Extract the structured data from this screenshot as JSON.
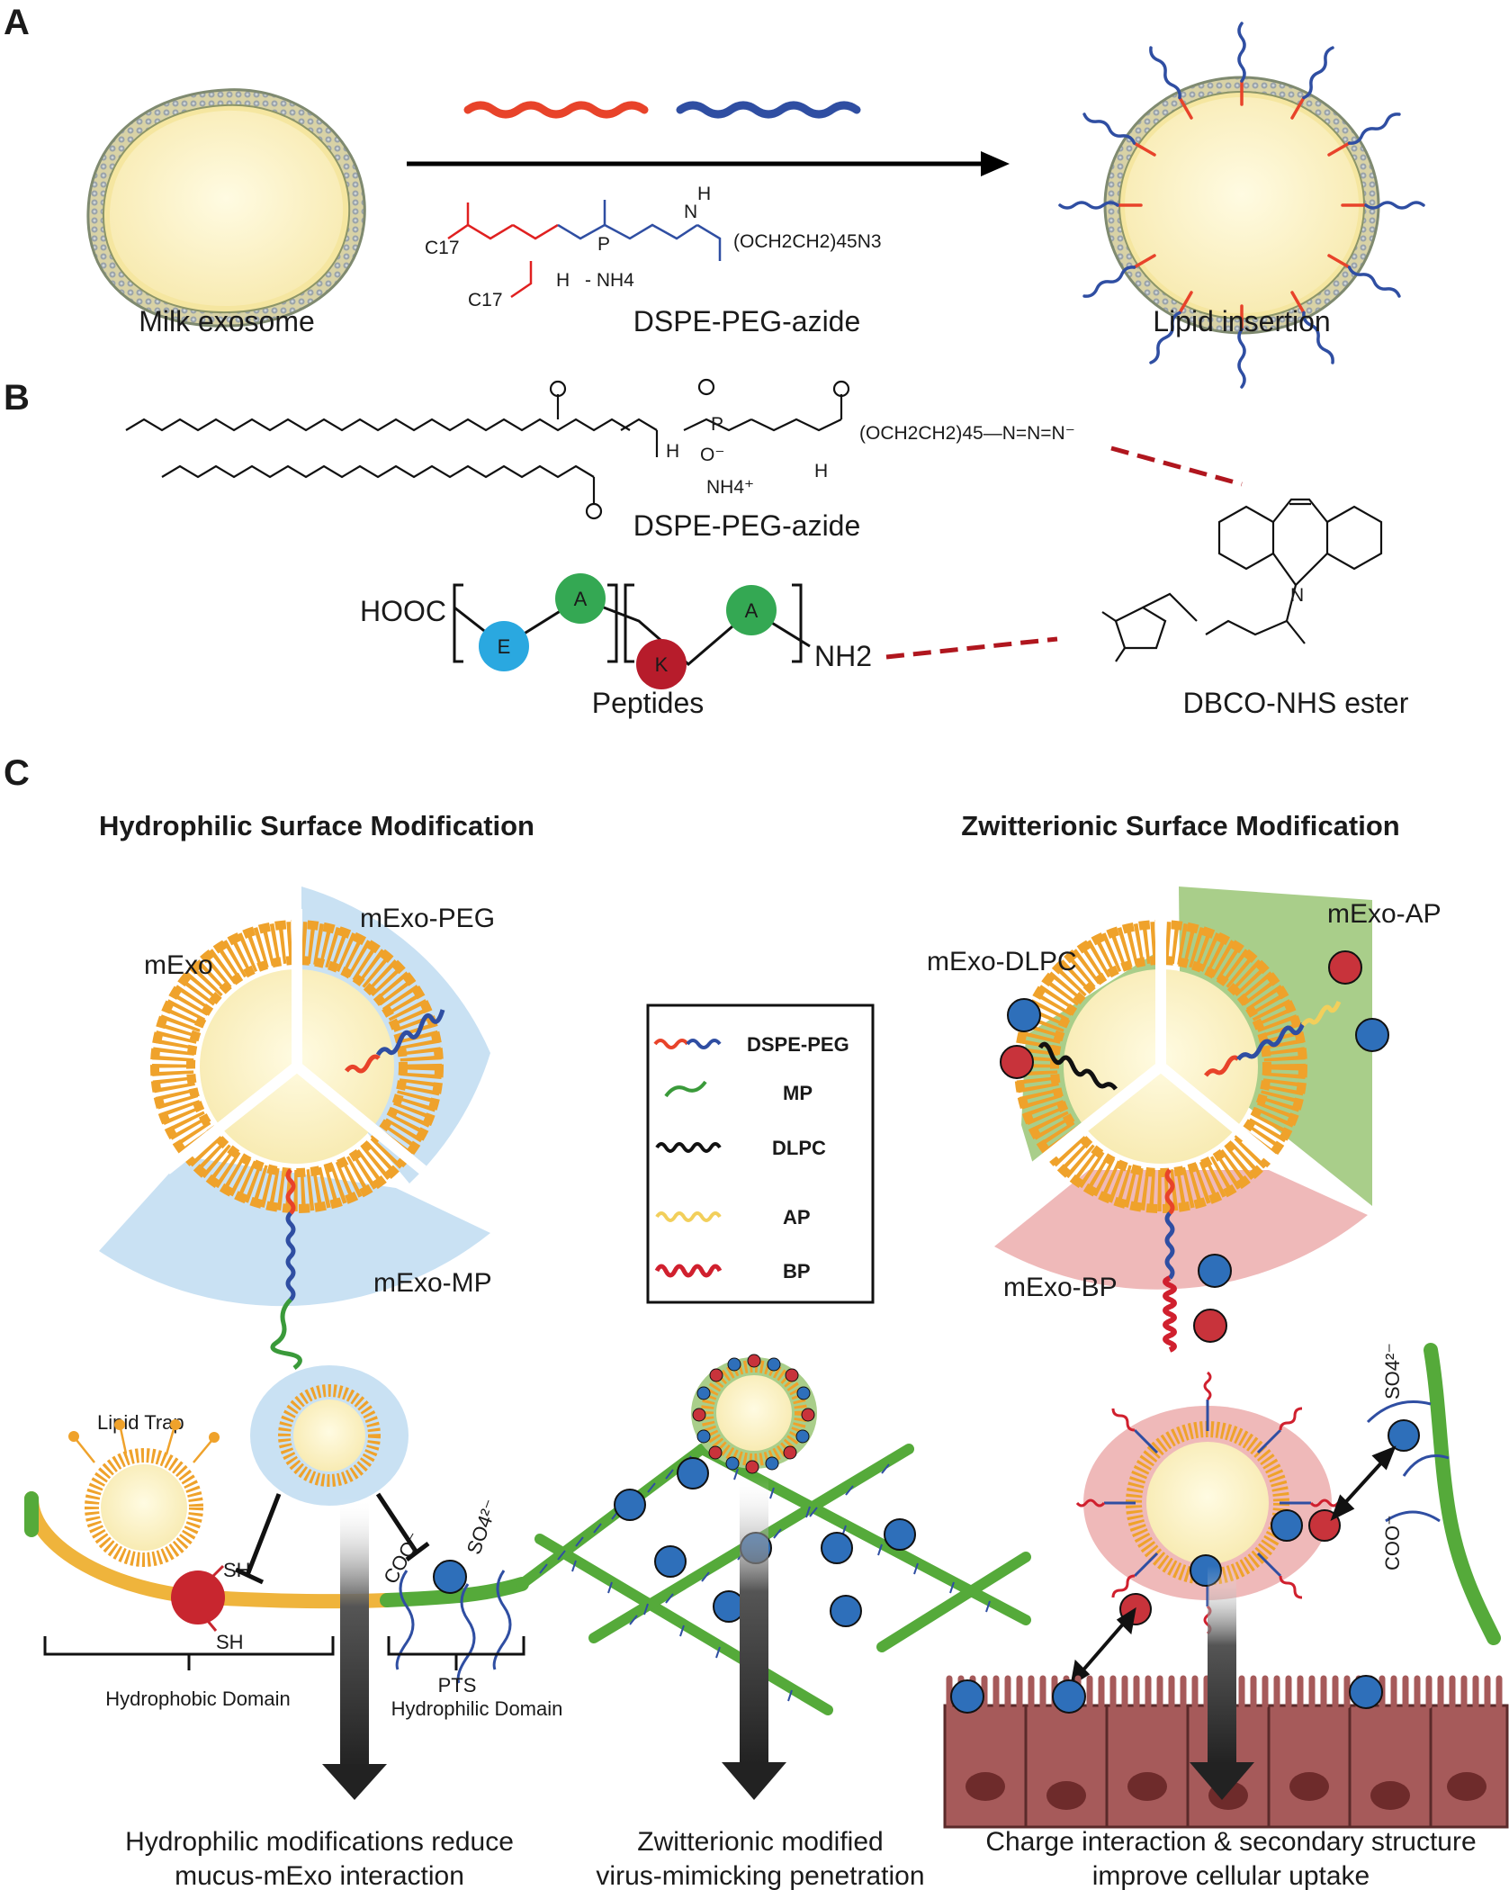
{
  "panels": {
    "a": {
      "letter": "A",
      "labels": {
        "milk_exosome": "Milk exosome",
        "dspe_peg_azide": "DSPE-PEG-azide",
        "lipid_insertion": "Lipid insertion"
      },
      "chem": {
        "c17_top": "C17",
        "c17_bottom": "C17",
        "h": "H",
        "p": "P",
        "nh4": "- NH4",
        "n": "N",
        "h2": "H",
        "peg": "(OCH2CH2)45N3"
      }
    },
    "b": {
      "letter": "B",
      "labels": {
        "dspe_peg_azide": "DSPE-PEG-azide",
        "peptides": "Peptides",
        "dbco_nhs": "DBCO-NHS ester"
      },
      "chem": {
        "peg": "(OCH2CH2)45—N=N=N⁻",
        "h": "H",
        "p": "P",
        "o_minus": "O⁻",
        "nh4": "NH4⁺",
        "nh": "H",
        "hooc": "HOOC",
        "nh2": "NH2",
        "res_e": "E",
        "res_a1": "A",
        "res_k": "K",
        "res_a2": "A",
        "n": "N"
      }
    },
    "c": {
      "letter": "C",
      "headings": {
        "hydrophilic": "Hydrophilic Surface Modification",
        "zwitterionic": "Zwitterionic Surface Modification"
      },
      "variants": {
        "mexo": "mExo",
        "mexo_peg": "mExo-PEG",
        "mexo_mp": "mExo-MP",
        "mexo_dlpc": "mExo-DLPC",
        "mexo_ap": "mExo-AP",
        "mexo_bp": "mExo-BP"
      },
      "legend": [
        {
          "label": "DSPE-PEG"
        },
        {
          "label": "MP"
        },
        {
          "label": "DLPC"
        },
        {
          "label": "AP"
        },
        {
          "label": "BP"
        }
      ],
      "annotations": {
        "lipid_trap": "Lipid Trap",
        "sh1": "SH",
        "sh2": "SH",
        "coo": "COO⁻",
        "so4": "SO4²⁻",
        "hydrophobic": "Hydrophobic Domain",
        "pts": "PTS",
        "hydrophilic_domain": "Hydrophilic Domain",
        "so4_right": "SO4²⁻",
        "coo_right": "COO⁻"
      },
      "charges": {
        "plus": "+",
        "minus": "−"
      },
      "captions": {
        "left_1": "Hydrophilic modifications reduce",
        "left_2": "mucus-mExo interaction",
        "mid_1": "Zwitterionic modified",
        "mid_2": "virus-mimicking penetration",
        "right_1": "Charge interaction & secondary structure",
        "right_2": "improve cellular uptake"
      }
    }
  },
  "colors": {
    "peg_blue": "#2f4ea2",
    "lipid_red": "#e8432a",
    "mp_green": "#3a9a3a",
    "dlpc_black": "#111111",
    "ap_yellow": "#f2cf5b",
    "bp_red": "#d0202e",
    "lipid_orange": "#efa22b",
    "core_cream": "#fbf2c6",
    "blue_halo": "#c9e1f3",
    "green_halo": "#a9ce8a",
    "pink_halo": "#efb9b9",
    "neg_charge": "#2e6fba",
    "pos_charge": "#c8333b"
  }
}
